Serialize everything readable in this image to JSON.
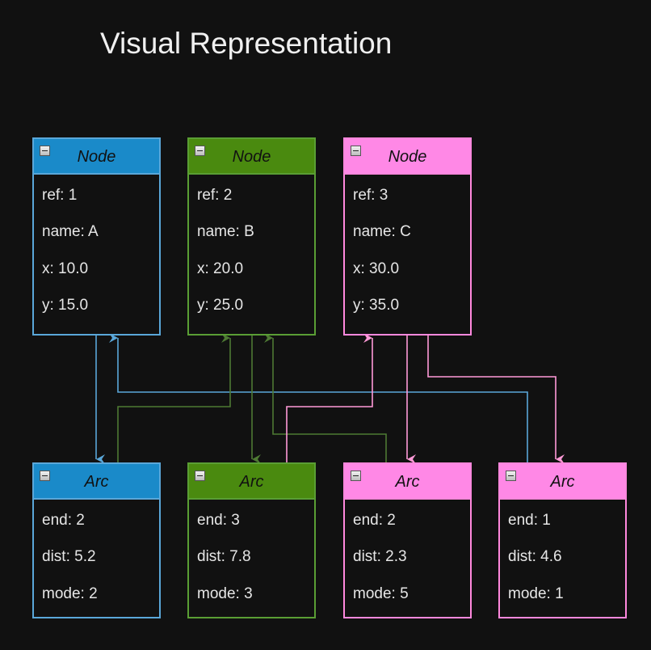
{
  "title": "Visual Representation",
  "colors": {
    "background": "#111111",
    "blue_header": "#1a8ac9",
    "blue_line": "#5aa7d9",
    "green_header": "#4a8a0f",
    "green_line": "#4e7a33",
    "pink_header": "#ff88e6",
    "pink_line": "#ff9ad8"
  },
  "nodes": [
    {
      "header": "Node",
      "color": "blue",
      "fields": [
        "ref: 1",
        "name: A",
        "x: 10.0",
        "y: 15.0"
      ]
    },
    {
      "header": "Node",
      "color": "green",
      "fields": [
        "ref: 2",
        "name: B",
        "x: 20.0",
        "y: 25.0"
      ]
    },
    {
      "header": "Node",
      "color": "pink",
      "fields": [
        "ref: 3",
        "name: C",
        "x: 30.0",
        "y: 35.0"
      ]
    }
  ],
  "arcs": [
    {
      "header": "Arc",
      "color": "blue",
      "fields": [
        "end: 2",
        "dist: 5.2",
        "mode: 2"
      ]
    },
    {
      "header": "Arc",
      "color": "green",
      "fields": [
        "end: 3",
        "dist: 7.8",
        "mode: 3"
      ]
    },
    {
      "header": "Arc",
      "color": "pink",
      "fields": [
        "end: 2",
        "dist: 2.3",
        "mode: 5"
      ]
    },
    {
      "header": "Arc",
      "color": "pink",
      "fields": [
        "end: 1",
        "dist: 4.6",
        "mode: 1"
      ]
    }
  ],
  "connections": [
    {
      "from": "node-A",
      "to": "arc-1",
      "color": "blue"
    },
    {
      "from": "node-B",
      "to": "arc-2",
      "color": "green"
    },
    {
      "from": "node-C",
      "to": "arc-3",
      "color": "pink"
    },
    {
      "from": "node-C",
      "to": "arc-4",
      "color": "pink"
    },
    {
      "from": "arc-1",
      "to": "node-B",
      "color": "green"
    },
    {
      "from": "arc-2",
      "to": "node-C",
      "color": "pink"
    },
    {
      "from": "arc-3",
      "to": "node-B",
      "color": "green"
    },
    {
      "from": "arc-4",
      "to": "node-A",
      "color": "blue"
    }
  ]
}
